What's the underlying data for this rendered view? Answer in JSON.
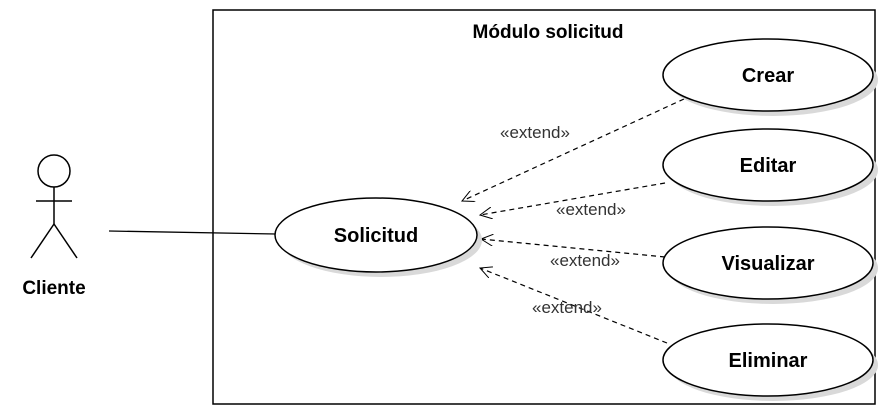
{
  "system": {
    "title": "Módulo solicitud"
  },
  "actor": {
    "name": "Cliente"
  },
  "primary_use_case": {
    "label": "Solicitud"
  },
  "extension_use_cases": [
    {
      "label": "Crear",
      "relation": "«extend»"
    },
    {
      "label": "Editar",
      "relation": "«extend»"
    },
    {
      "label": "Visualizar",
      "relation": "«extend»"
    },
    {
      "label": "Eliminar",
      "relation": "«extend»"
    }
  ],
  "colors": {
    "stroke": "#000000",
    "shadow": "#d9d9d9",
    "fill": "#ffffff",
    "relation_text": "#333333"
  }
}
